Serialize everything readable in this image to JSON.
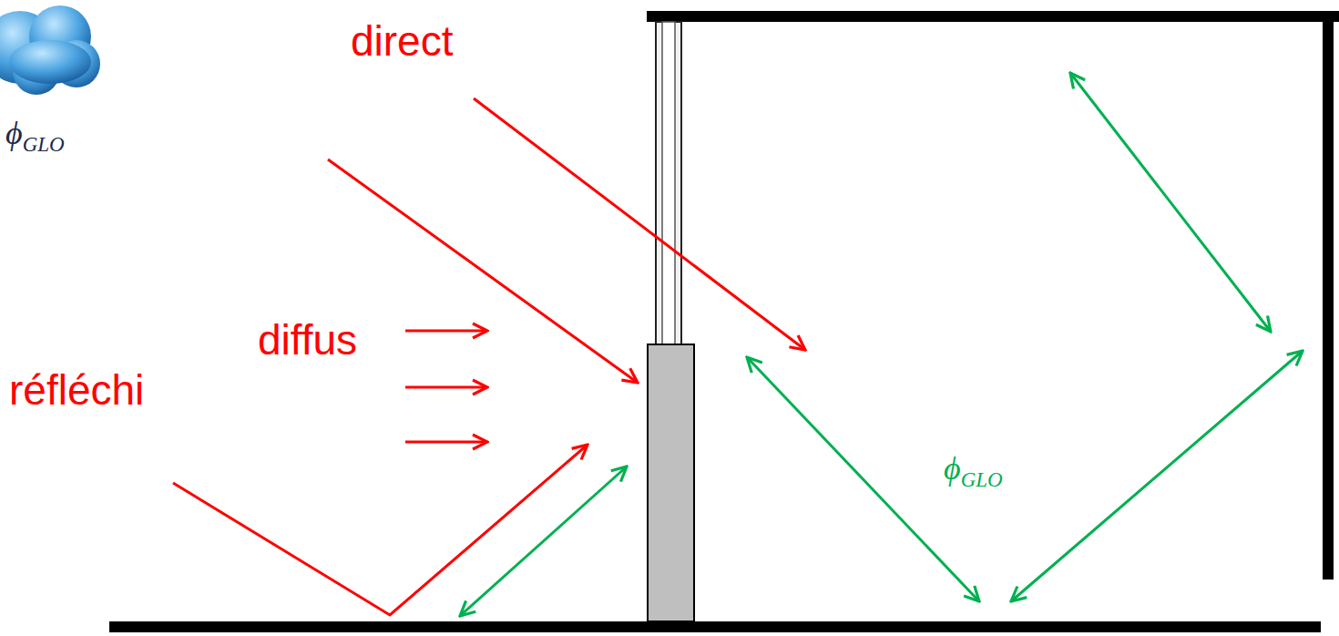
{
  "diagram": {
    "labels": [
      "ϕGLO",
      "direct",
      "diffus",
      "réfléchi",
      "ϕGLO"
    ]
  }
}
